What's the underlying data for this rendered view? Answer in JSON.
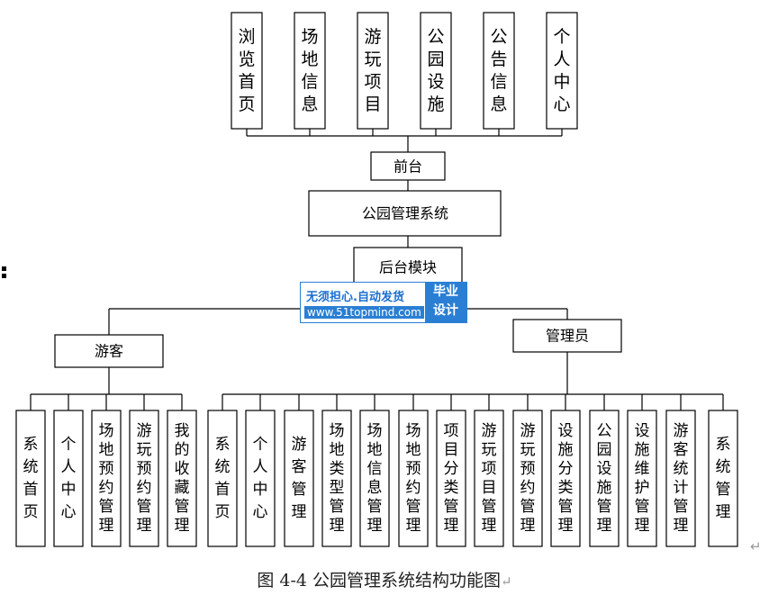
{
  "frontend": {
    "label": "前台",
    "items": [
      "浏览首页",
      "场地信息",
      "游玩项目",
      "公园设施",
      "公告信息",
      "个人中心"
    ]
  },
  "system": {
    "label": "公园管理系统"
  },
  "backend": {
    "label": "后台模块"
  },
  "visitor": {
    "label": "游客",
    "items": [
      "系统首页",
      "个人中心",
      "场地预约管理",
      "游玩预约管理",
      "我的收藏管理"
    ]
  },
  "admin": {
    "label": "管理员",
    "items": [
      "系统首页",
      "个人中心",
      "游客管理",
      "场地类型管理",
      "场地信息管理",
      "场地预约管理",
      "项目分类管理",
      "游玩项目管理",
      "游玩预约管理",
      "设施分类管理",
      "公园设施管理",
      "设施维护管理",
      "游客统计管理",
      "系统管理"
    ]
  },
  "watermark": {
    "line1": "无须担心.自动发货",
    "line2": "www.51topmind.com",
    "badge_top": "毕业",
    "badge_bottom": "设计"
  },
  "caption": "图 4-4 公园管理系统结构功能图",
  "caption_mark": "↵",
  "paragraph_mark": "↵",
  "colors": {
    "line": "#000000",
    "watermark_blue": "#2a7fd4"
  }
}
